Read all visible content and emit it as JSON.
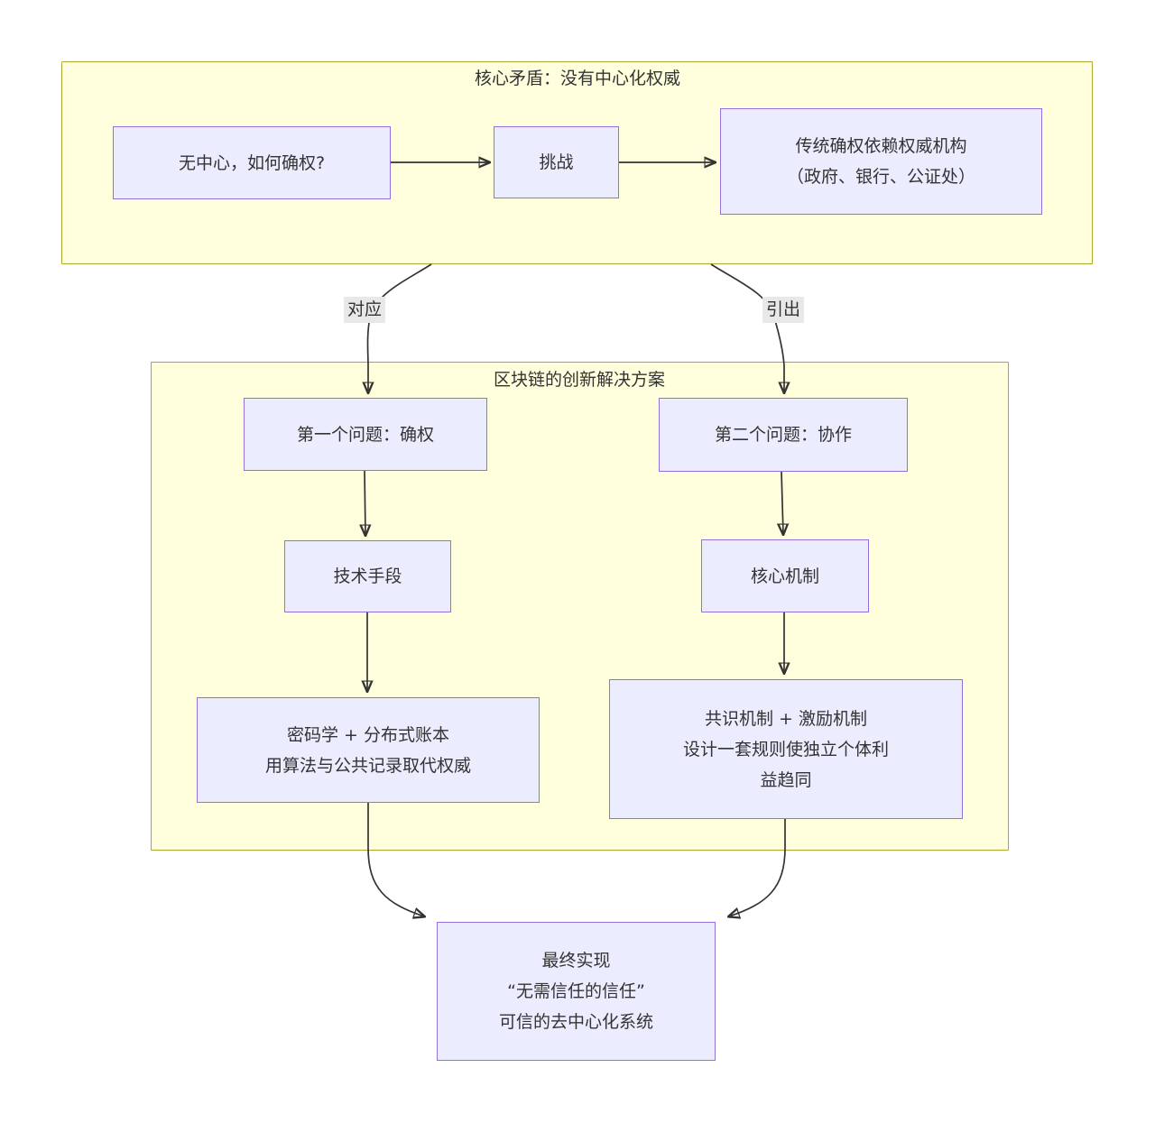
{
  "clusters": {
    "top": {
      "title": "核心矛盾：没有中心化权威"
    },
    "mid": {
      "title": "区块链的创新解决方案"
    }
  },
  "nodes": {
    "question": {
      "lines": [
        "无中心，如何确权?"
      ]
    },
    "challenge": {
      "lines": [
        "挑战"
      ]
    },
    "traditional": {
      "lines": [
        "传统确权依赖权威机构",
        "（政府、银行、公证处）"
      ]
    },
    "problem1": {
      "lines": [
        "第一个问题：确权"
      ]
    },
    "problem2": {
      "lines": [
        "第二个问题：协作"
      ]
    },
    "tech": {
      "lines": [
        "技术手段"
      ]
    },
    "mechanism": {
      "lines": [
        "核心机制"
      ]
    },
    "crypto": {
      "lines": [
        "密码学 + 分布式账本",
        "用算法与公共记录取代权威"
      ]
    },
    "consensus": {
      "lines": [
        "共识机制 + 激励机制",
        "设计一套规则使独立个体利",
        "益趋同"
      ]
    },
    "final": {
      "lines": [
        "最终实现",
        "“无需信任的信任”",
        "可信的去中心化系统"
      ]
    }
  },
  "edge_labels": {
    "correspond": "对应",
    "leads_to": "引出"
  },
  "colors": {
    "background": "#FFFFFF",
    "node_fill": "#ECECFF",
    "node_border": "#9370DB",
    "cluster_fill": "#FFFFDE",
    "cluster_border": "#AAAA33",
    "edge": "#333333",
    "text": "#333333",
    "edge_label_bg": "#E8E8E8"
  }
}
